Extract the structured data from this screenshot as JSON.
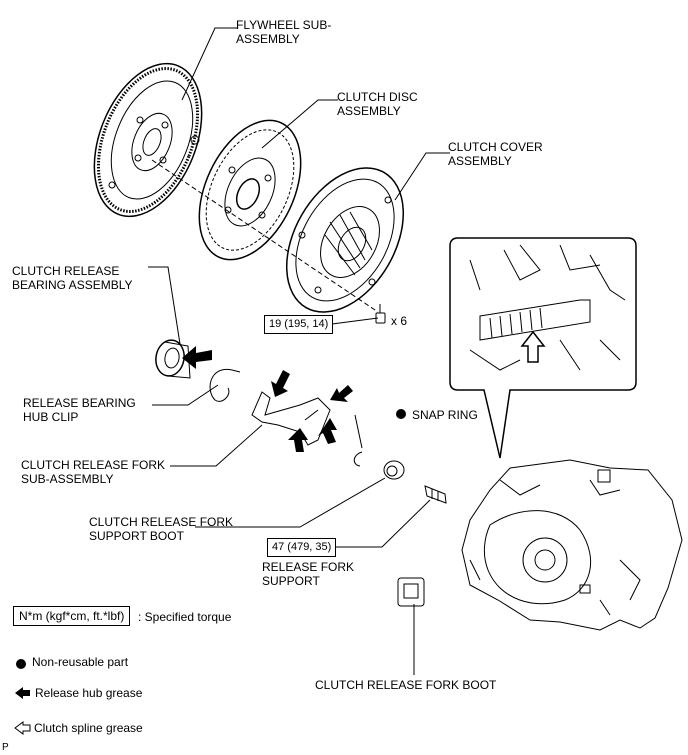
{
  "parts": {
    "flywheel": "FLYWHEEL SUB-\nASSEMBLY",
    "clutch_disc": "CLUTCH DISC\nASSEMBLY",
    "clutch_cover": "CLUTCH COVER\nASSEMBLY",
    "release_bearing": "CLUTCH RELEASE\nBEARING ASSEMBLY",
    "hub_clip": "RELEASE BEARING\nHUB CLIP",
    "release_fork": "CLUTCH RELEASE FORK\nSUB-ASSEMBLY",
    "fork_support_boot": "CLUTCH RELEASE FORK\nSUPPORT BOOT",
    "fork_support": "RELEASE FORK\nSUPPORT",
    "snap_ring": "SNAP RING",
    "fork_boot": "CLUTCH RELEASE FORK BOOT"
  },
  "torques": {
    "cover_bolts": "19 (195, 14)",
    "cover_bolts_qty": "x 6",
    "fork_support": "47 (479, 35)"
  },
  "legend": {
    "torque_box": "N*m (kgf*cm, ft.*lbf)",
    "torque_desc": ": Specified torque",
    "non_reusable": "Non-reusable part",
    "hub_grease": "Release hub grease",
    "spline_grease": "Clutch spline grease"
  },
  "corner_mark": "P"
}
